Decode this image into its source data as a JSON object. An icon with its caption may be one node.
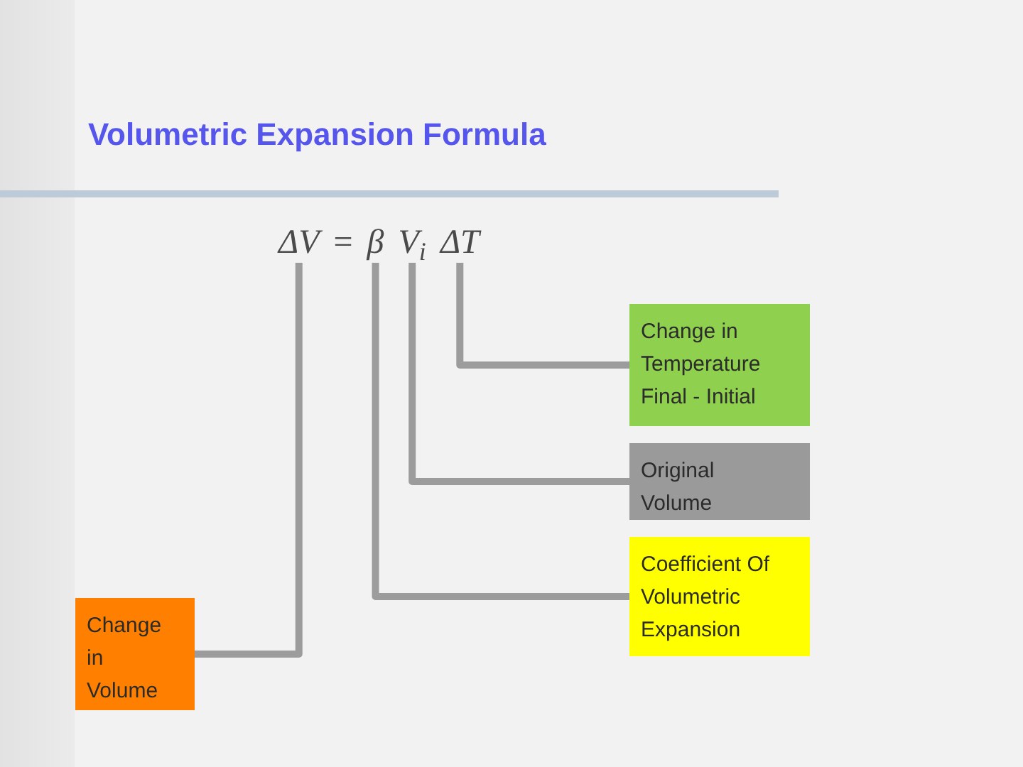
{
  "diagram": {
    "title": "Volumetric Expansion Formula",
    "nodes": [
      {
        "text": [
          "ΔV"
        ]
      },
      {
        "text": [
          "β"
        ]
      },
      {
        "text": [
          "V$_{i}$"
        ]
      },
      {
        "text": [
          "ΔT"
        ]
      },
      {
        "text": [
          "Change in Temperature Final - Initial"
        ]
      },
      {
        "text": [
          "Original Volume"
        ]
      },
      {
        "text": [
          "Coefficient Of Volumetric Expansion"
        ]
      },
      {
        "text": [
          "Change in Volume"
        ]
      }
    ],
    "edges": [
      {
        "from": 4,
        "to": 3,
        "arrow": "none"
      },
      {
        "from": 5,
        "to": 2,
        "arrow": "none"
      },
      {
        "from": 6,
        "to": 1,
        "arrow": "none"
      },
      {
        "from": 7,
        "to": 0,
        "arrow": "none"
      }
    ],
    "labels": [
      "="
    ]
  }
}
